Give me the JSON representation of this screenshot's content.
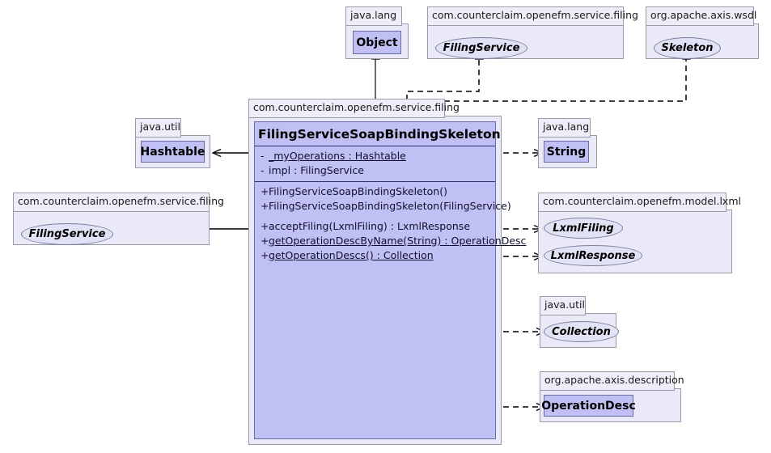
{
  "diagram": {
    "kind": "uml-class-diagram",
    "background": "#ffffff",
    "colors": {
      "class_fill": "#c0c0f4",
      "class_border": "#6b6ba6",
      "package_fill": "#e9e9f8",
      "package_border": "#9a9aa8",
      "interface_fill": "#e2e2f6",
      "link": "#000000"
    }
  },
  "main_class": {
    "package": "com.counterclaim.openefm.service.filing",
    "name": "FilingServiceSoapBindingSkeleton",
    "attributes": [
      {
        "visibility": "-",
        "text": "_myOperations : Hashtable",
        "static": true
      },
      {
        "visibility": "-",
        "text": "impl : FilingService",
        "static": false
      }
    ],
    "constructors": [
      {
        "visibility": "+",
        "text": "FilingServiceSoapBindingSkeleton()",
        "static": false
      },
      {
        "visibility": "+",
        "text": "FilingServiceSoapBindingSkeleton(FilingService)",
        "static": false
      }
    ],
    "methods": [
      {
        "visibility": "+",
        "text": "acceptFiling(LxmlFiling) : LxmlResponse",
        "static": false
      },
      {
        "visibility": "+",
        "text": "getOperationDescByName(String) : OperationDesc",
        "static": true
      },
      {
        "visibility": "+",
        "text": "getOperationDescs() : Collection",
        "static": true
      }
    ]
  },
  "packages": {
    "java_lang_object": "java.lang",
    "ccofm_service_filing_top": "com.counterclaim.openefm.service.filing",
    "org_apache_axis_wsdl": "org.apache.axis.wsdl",
    "java_util_hashtable": "java.util",
    "ccofm_service_filing_left": "com.counterclaim.openefm.service.filing",
    "java_lang_string": "java.lang",
    "ccofm_model_lxml": "com.counterclaim.openefm.model.lxml",
    "java_util_collection": "java.util",
    "org_apache_axis_description": "org.apache.axis.description"
  },
  "nodes": {
    "object": {
      "label": "Object",
      "stereotype": "class"
    },
    "filing_service_top": {
      "label": "FilingService",
      "stereotype": "interface"
    },
    "skeleton": {
      "label": "Skeleton",
      "stereotype": "interface"
    },
    "hashtable": {
      "label": "Hashtable",
      "stereotype": "class"
    },
    "filing_service_left": {
      "label": "FilingService",
      "stereotype": "interface"
    },
    "string": {
      "label": "String",
      "stereotype": "class"
    },
    "lxml_filing": {
      "label": "LxmlFiling",
      "stereotype": "interface"
    },
    "lxml_response": {
      "label": "LxmlResponse",
      "stereotype": "interface"
    },
    "collection": {
      "label": "Collection",
      "stereotype": "interface"
    },
    "operation_desc": {
      "label": "OperationDesc",
      "stereotype": "class"
    }
  },
  "relations": [
    {
      "from": "FilingServiceSoapBindingSkeleton",
      "to": "Object",
      "type": "generalization",
      "line": "solid"
    },
    {
      "from": "FilingServiceSoapBindingSkeleton",
      "to": "FilingService",
      "type": "realization",
      "line": "dashed"
    },
    {
      "from": "FilingServiceSoapBindingSkeleton",
      "to": "Skeleton",
      "type": "realization",
      "line": "dashed"
    },
    {
      "from": "FilingServiceSoapBindingSkeleton",
      "to": "Hashtable",
      "type": "association",
      "line": "solid"
    },
    {
      "from": "FilingServiceSoapBindingSkeleton",
      "to": "FilingService",
      "type": "association",
      "line": "solid"
    },
    {
      "from": "FilingServiceSoapBindingSkeleton",
      "to": "String",
      "type": "dependency",
      "line": "dashed"
    },
    {
      "from": "FilingServiceSoapBindingSkeleton",
      "to": "LxmlFiling",
      "type": "dependency",
      "line": "dashed"
    },
    {
      "from": "FilingServiceSoapBindingSkeleton",
      "to": "LxmlResponse",
      "type": "dependency",
      "line": "dashed"
    },
    {
      "from": "FilingServiceSoapBindingSkeleton",
      "to": "Collection",
      "type": "dependency",
      "line": "dashed"
    },
    {
      "from": "FilingServiceSoapBindingSkeleton",
      "to": "OperationDesc",
      "type": "dependency",
      "line": "dashed"
    }
  ]
}
